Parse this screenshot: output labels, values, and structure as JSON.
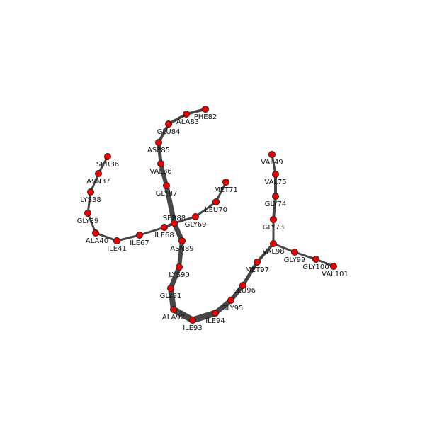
{
  "graph": {
    "colors": {
      "node_fill": "#ee0000",
      "node_stroke": "#222222",
      "edge": "#474747",
      "label": "#111111",
      "background": "#ffffff"
    },
    "nodes": [
      "SER36",
      "ASN37",
      "LYS38",
      "GLY39",
      "ALA40",
      "ILE41",
      "ILE67",
      "ILE68",
      "SER88",
      "GLY69",
      "LEU70",
      "MET71",
      "PHE82",
      "ALA83",
      "GLU84",
      "ASP85",
      "VAL86",
      "GLY87",
      "ASN89",
      "LYS90",
      "GLY91",
      "ALA92",
      "ILE93",
      "ILE94",
      "GLY95",
      "LEU96",
      "MET97",
      "VAL98",
      "GLY99",
      "GLY100",
      "VAL101",
      "GLY73",
      "GLY74",
      "VAL75",
      "VAL49"
    ],
    "edges": [
      [
        "SER36",
        "ASN37"
      ],
      [
        "ASN37",
        "LYS38"
      ],
      [
        "LYS38",
        "GLY39"
      ],
      [
        "GLY39",
        "ALA40"
      ],
      [
        "ALA40",
        "ILE41"
      ],
      [
        "ILE41",
        "ILE67"
      ],
      [
        "ILE67",
        "ILE68"
      ],
      [
        "ILE68",
        "SER88"
      ],
      [
        "SER88",
        "GLY69"
      ],
      [
        "GLY69",
        "LEU70"
      ],
      [
        "LEU70",
        "MET71"
      ],
      [
        "PHE82",
        "ALA83"
      ],
      [
        "ALA83",
        "GLU84"
      ],
      [
        "GLU84",
        "ASP85"
      ],
      [
        "ASP85",
        "VAL86"
      ],
      [
        "VAL86",
        "GLY87"
      ],
      [
        "GLY87",
        "SER88"
      ],
      [
        "SER88",
        "ASN89"
      ],
      [
        "ASN89",
        "LYS90"
      ],
      [
        "LYS90",
        "GLY91"
      ],
      [
        "GLY91",
        "ALA92"
      ],
      [
        "ALA92",
        "ILE93"
      ],
      [
        "ILE93",
        "ILE94"
      ],
      [
        "ILE94",
        "GLY95"
      ],
      [
        "GLY95",
        "LEU96"
      ],
      [
        "LEU96",
        "MET97"
      ],
      [
        "MET97",
        "VAL98"
      ],
      [
        "VAL98",
        "GLY99"
      ],
      [
        "GLY99",
        "GLY100"
      ],
      [
        "GLY100",
        "VAL101"
      ],
      [
        "VAL98",
        "GLY73"
      ],
      [
        "GLY73",
        "GLY74"
      ],
      [
        "GLY74",
        "VAL75"
      ],
      [
        "VAL75",
        "VAL49"
      ]
    ]
  }
}
